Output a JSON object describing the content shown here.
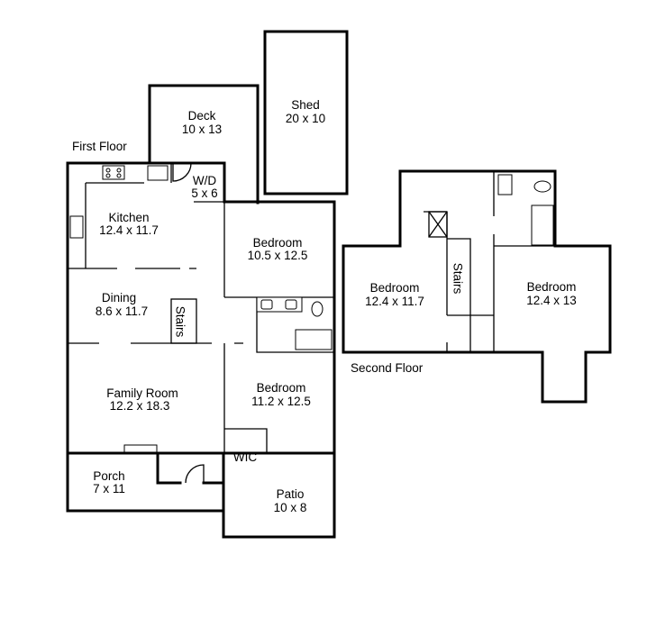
{
  "floors": {
    "first": {
      "title": "First Floor",
      "rooms": {
        "deck": {
          "name": "Deck",
          "size": "10 x 13"
        },
        "shed": {
          "name": "Shed",
          "size": "20 x 10"
        },
        "wd": {
          "name": "W/D",
          "size": "5 x 6"
        },
        "kitchen": {
          "name": "Kitchen",
          "size": "12.4 x 11.7"
        },
        "bedroom1": {
          "name": "Bedroom",
          "size": "10.5 x 12.5"
        },
        "dining": {
          "name": "Dining",
          "size": "8.6 x 11.7"
        },
        "stairs": {
          "name": "Stairs"
        },
        "family": {
          "name": "Family Room",
          "size": "12.2 x 18.3"
        },
        "bedroom2": {
          "name": "Bedroom",
          "size": "11.2 x 12.5"
        },
        "wic": {
          "name": "WIC"
        },
        "porch": {
          "name": "Porch",
          "size": "7 x 11"
        },
        "patio": {
          "name": "Patio",
          "size": "10 x 8"
        }
      }
    },
    "second": {
      "title": "Second Floor",
      "rooms": {
        "bedroom_left": {
          "name": "Bedroom",
          "size": "12.4 x 11.7"
        },
        "stairs": {
          "name": "Stairs"
        },
        "bedroom_right": {
          "name": "Bedroom",
          "size": "12.4 x 13"
        }
      }
    }
  }
}
